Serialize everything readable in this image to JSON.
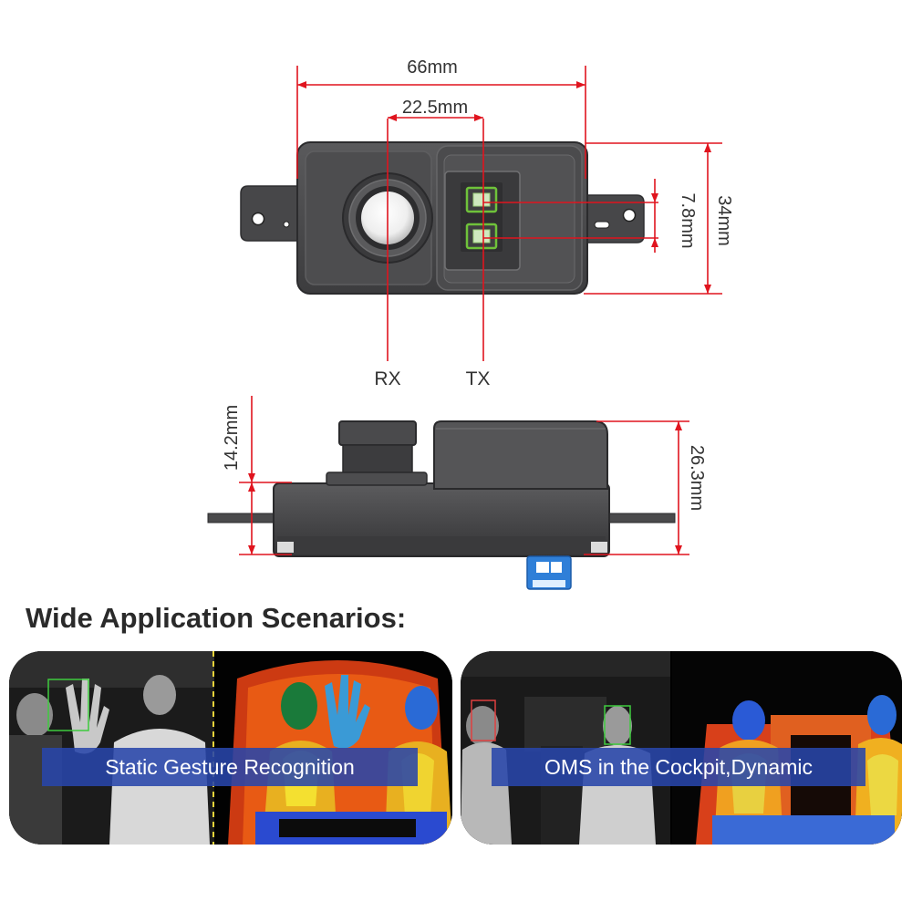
{
  "dimensions": {
    "width_total": "66mm",
    "lens_spacing": "22.5mm",
    "height_total": "34mm",
    "emitter_spacing": "7.8mm",
    "lens_height": "14.2mm",
    "depth_total": "26.3mm"
  },
  "labels": {
    "rx": "RX",
    "tx": "TX"
  },
  "section": {
    "heading": "Wide Application Scenarios:"
  },
  "scenarios": [
    {
      "caption": "Static Gesture Recognition"
    },
    {
      "caption": "OMS in the Cockpit,Dynamic"
    }
  ],
  "colors": {
    "dimension_line": "#e0141e",
    "housing": "#4a4a4c",
    "emitter_highlight": "#6fc23a",
    "banner": "#2846aa",
    "connector": "#2f7fd8"
  }
}
